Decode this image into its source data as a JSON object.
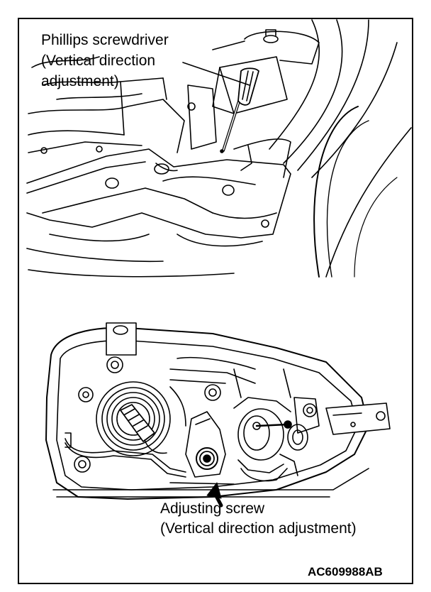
{
  "figure": {
    "callouts": {
      "screwdriver": {
        "line1": "Phillips screwdriver",
        "line2": "(Vertical direction",
        "line3": "adjustment)"
      },
      "adjusting_screw": {
        "line1": "Adjusting screw",
        "line2": "(Vertical direction adjustment)"
      }
    },
    "reference_code": "AC609988AB"
  }
}
